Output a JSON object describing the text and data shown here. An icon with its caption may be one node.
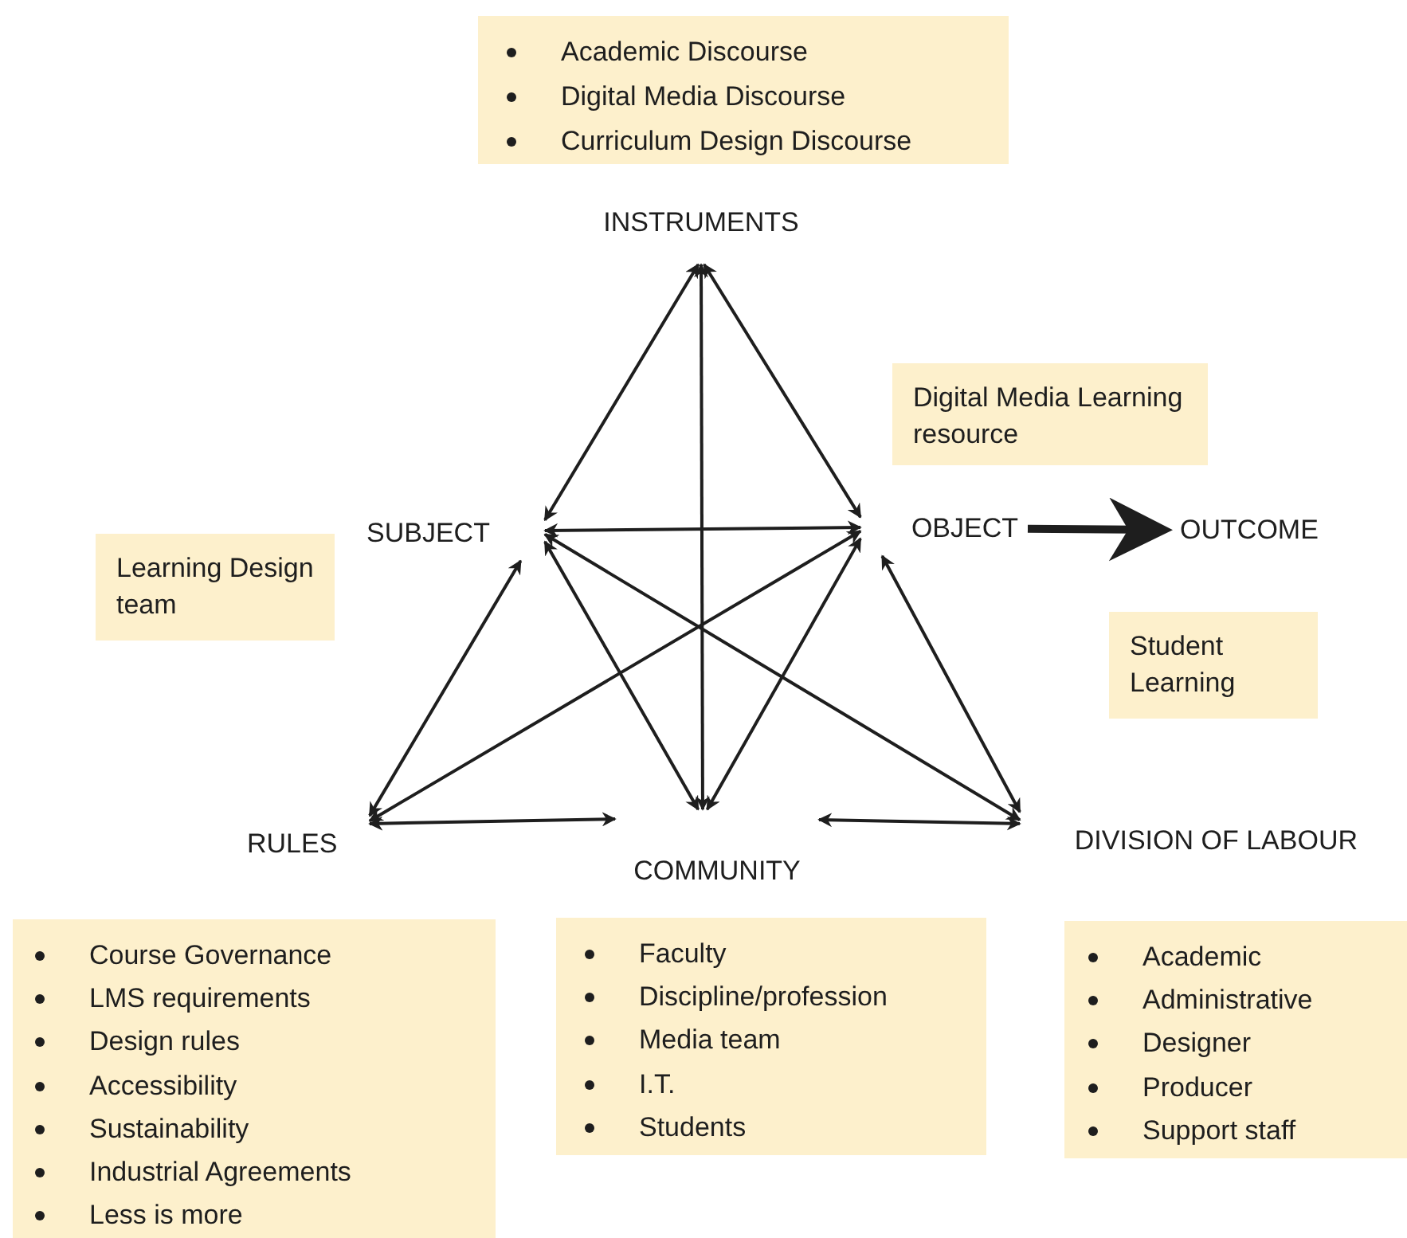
{
  "diagram": {
    "nodes": [
      {
        "text": [
          "INSTRUMENTS"
        ]
      },
      {
        "text": [
          "SUBJECT"
        ]
      },
      {
        "text": [
          "OBJECT"
        ]
      },
      {
        "text": [
          "OUTCOME"
        ]
      },
      {
        "text": [
          "RULES"
        ]
      },
      {
        "text": [
          "COMMUNITY"
        ]
      },
      {
        "text": [
          "DIVISION OF LABOUR"
        ]
      },
      {
        "text": [
          "Academic Discourse",
          "Digital Media Discourse",
          "Curriculum Design Discourse"
        ]
      },
      {
        "text": [
          "Digital Media Learning resource"
        ]
      },
      {
        "text": [
          "Learning Design team"
        ]
      },
      {
        "text": [
          "Student Learning"
        ]
      },
      {
        "text": [
          "Course Governance",
          "LMS requirements",
          "Design rules",
          "Accessibility",
          "Sustainability",
          "Industrial Agreements",
          "Less is more"
        ]
      },
      {
        "text": [
          "Faculty",
          "Discipline/profession",
          "Media team",
          "I.T.",
          "Students"
        ]
      },
      {
        "text": [
          "Academic",
          "Administrative",
          "Designer",
          "Producer",
          "Support staff"
        ]
      }
    ],
    "edges": [
      {
        "from": 0,
        "to": 1,
        "arrow": "both"
      },
      {
        "from": 0,
        "to": 2,
        "arrow": "both"
      },
      {
        "from": 0,
        "to": 5,
        "arrow": "both"
      },
      {
        "from": 1,
        "to": 2,
        "arrow": "both"
      },
      {
        "from": 1,
        "to": 4,
        "arrow": "both"
      },
      {
        "from": 1,
        "to": 5,
        "arrow": "both"
      },
      {
        "from": 1,
        "to": 6,
        "arrow": "both"
      },
      {
        "from": 2,
        "to": 4,
        "arrow": "both"
      },
      {
        "from": 2,
        "to": 5,
        "arrow": "both"
      },
      {
        "from": 2,
        "to": 6,
        "arrow": "both"
      },
      {
        "from": 4,
        "to": 5,
        "arrow": "both"
      },
      {
        "from": 5,
        "to": 6,
        "arrow": "both"
      },
      {
        "from": 2,
        "to": 3,
        "arrow": "to",
        "style": "thick"
      }
    ]
  }
}
